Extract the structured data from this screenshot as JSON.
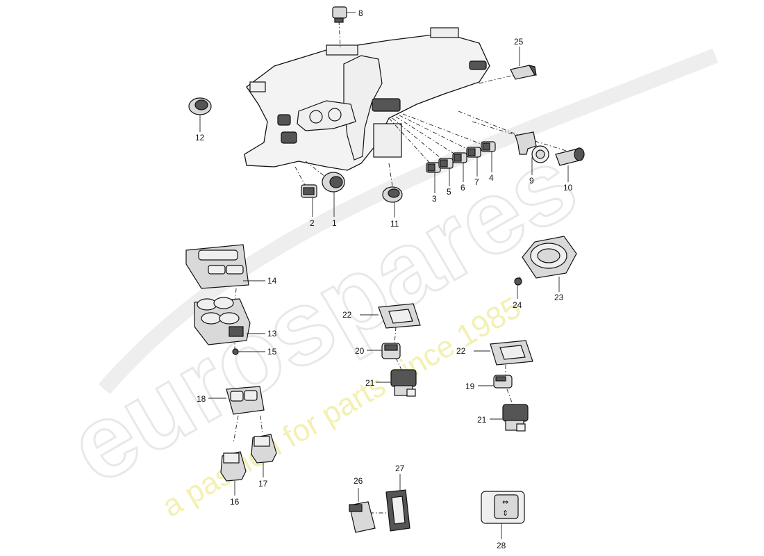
{
  "watermark": {
    "brand": "eurospares",
    "tagline": "a passion for parts since 1985"
  },
  "callouts": [
    {
      "id": "c1",
      "label": "1"
    },
    {
      "id": "c2",
      "label": "2"
    },
    {
      "id": "c3",
      "label": "3"
    },
    {
      "id": "c4",
      "label": "4"
    },
    {
      "id": "c5",
      "label": "5"
    },
    {
      "id": "c6",
      "label": "6"
    },
    {
      "id": "c7",
      "label": "7"
    },
    {
      "id": "c8",
      "label": "8"
    },
    {
      "id": "c9",
      "label": "9"
    },
    {
      "id": "c10",
      "label": "10"
    },
    {
      "id": "c11",
      "label": "11"
    },
    {
      "id": "c12",
      "label": "12"
    },
    {
      "id": "c13",
      "label": "13"
    },
    {
      "id": "c14",
      "label": "14"
    },
    {
      "id": "c15",
      "label": "15"
    },
    {
      "id": "c16",
      "label": "16"
    },
    {
      "id": "c17",
      "label": "17"
    },
    {
      "id": "c18",
      "label": "18"
    },
    {
      "id": "c19",
      "label": "19"
    },
    {
      "id": "c20",
      "label": "20"
    },
    {
      "id": "c21a",
      "label": "21"
    },
    {
      "id": "c21b",
      "label": "21"
    },
    {
      "id": "c22a",
      "label": "22"
    },
    {
      "id": "c22b",
      "label": "22"
    },
    {
      "id": "c23",
      "label": "23"
    },
    {
      "id": "c24",
      "label": "24"
    },
    {
      "id": "c25",
      "label": "25"
    },
    {
      "id": "c26",
      "label": "26"
    },
    {
      "id": "c27",
      "label": "27"
    },
    {
      "id": "c28",
      "label": "28"
    }
  ]
}
